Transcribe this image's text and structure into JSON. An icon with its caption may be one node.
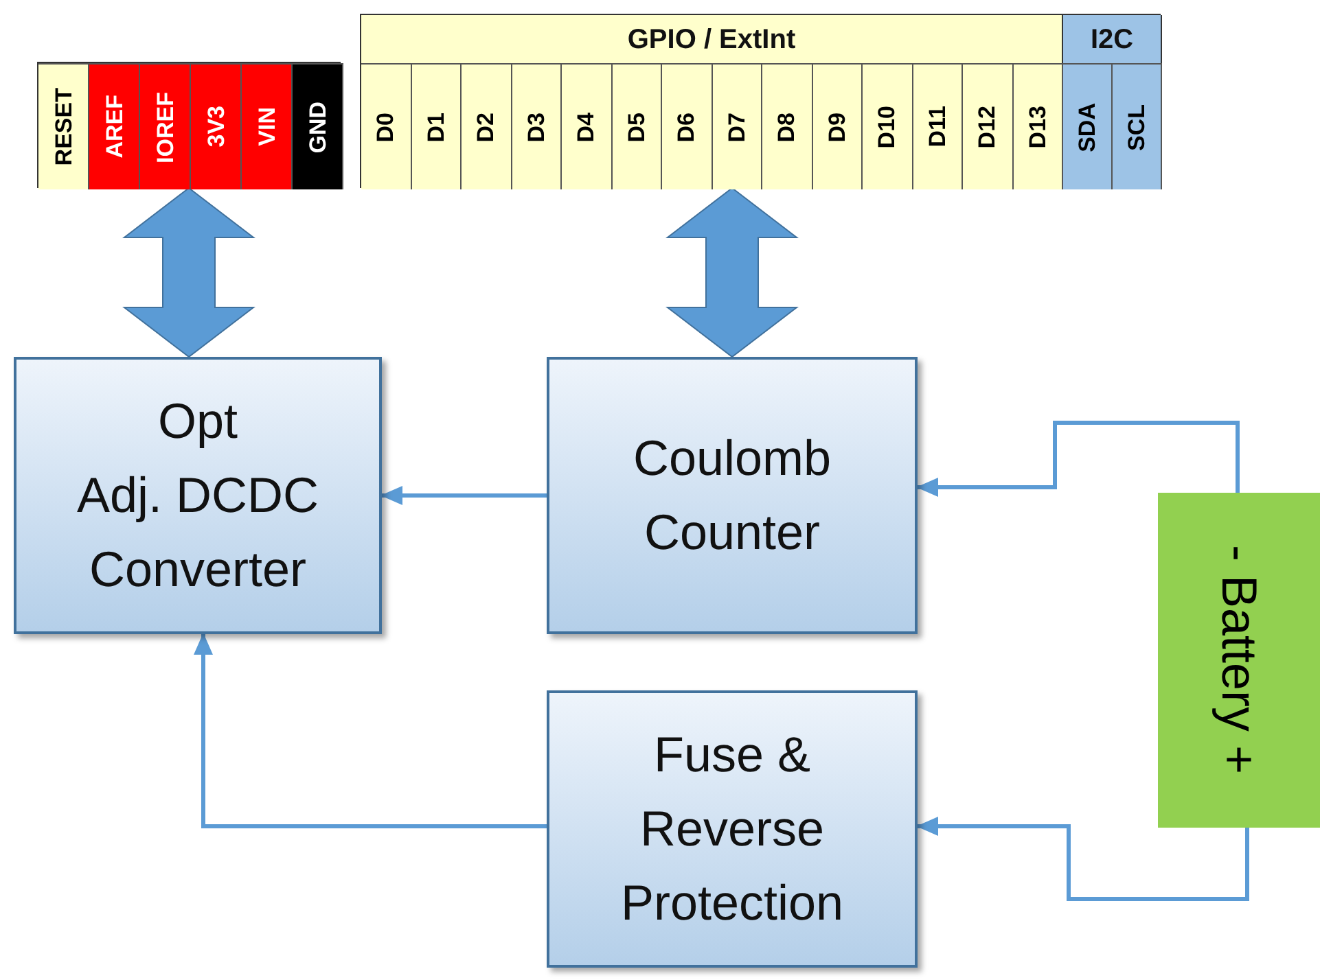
{
  "diagram": {
    "nodes": [
      {
        "text": [],
        "shape": "bar"
      },
      {
        "text": [
          "RESET"
        ],
        "in": 0
      },
      {
        "text": [
          "AREF"
        ],
        "in": 0
      },
      {
        "text": [
          "IOREF"
        ],
        "in": 0
      },
      {
        "text": [
          "3V3"
        ],
        "in": 0
      },
      {
        "text": [
          "VIN"
        ],
        "in": 0
      },
      {
        "text": [
          "GND"
        ],
        "in": 0
      },
      {
        "text": [],
        "shape": "bar"
      },
      {
        "text": [
          "GPIO / ExtInt"
        ],
        "in": 7
      },
      {
        "text": [
          "D0"
        ],
        "in": 8
      },
      {
        "text": [
          "D1"
        ],
        "in": 8
      },
      {
        "text": [
          "D2"
        ],
        "in": 8
      },
      {
        "text": [
          "D3"
        ],
        "in": 8
      },
      {
        "text": [
          "D4"
        ],
        "in": 8
      },
      {
        "text": [
          "D5"
        ],
        "in": 8
      },
      {
        "text": [
          "D6"
        ],
        "in": 8
      },
      {
        "text": [
          "D7"
        ],
        "in": 8
      },
      {
        "text": [
          "D8"
        ],
        "in": 8
      },
      {
        "text": [
          "D9"
        ],
        "in": 8
      },
      {
        "text": [
          "D10"
        ],
        "in": 8
      },
      {
        "text": [
          "D11"
        ],
        "in": 8
      },
      {
        "text": [
          "D12"
        ],
        "in": 8
      },
      {
        "text": [
          "D13"
        ],
        "in": 8
      },
      {
        "text": [
          "I2C"
        ],
        "in": 7
      },
      {
        "text": [
          "SDA"
        ],
        "in": 23
      },
      {
        "text": [
          "SCL"
        ],
        "in": 23
      },
      {
        "text": [
          "Opt Adj. DCDC Converter"
        ]
      },
      {
        "text": [
          "Coulomb Counter"
        ]
      },
      {
        "text": [
          "Fuse & Reverse Protection"
        ]
      },
      {
        "text": [
          "- Battery +"
        ]
      }
    ],
    "edges": [
      {
        "from": 0,
        "to": 26,
        "arrow": "both",
        "style": "thick"
      },
      {
        "from": 7,
        "to": 27,
        "arrow": "both",
        "style": "thick"
      },
      {
        "from": 27,
        "to": 26,
        "arrow": "to"
      },
      {
        "from": 29,
        "to": 27,
        "arrow": "to"
      },
      {
        "from": 29,
        "to": 28,
        "arrow": "to"
      },
      {
        "from": 28,
        "to": 26,
        "arrow": "to"
      }
    ]
  }
}
